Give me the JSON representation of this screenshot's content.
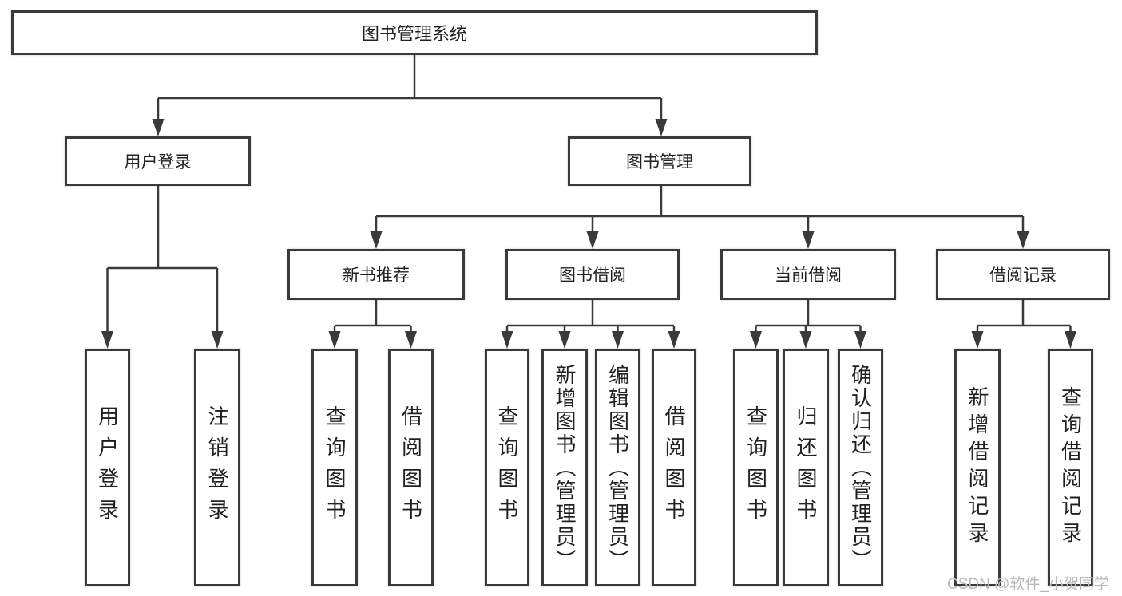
{
  "tree": {
    "label": "图书管理系统",
    "children": [
      {
        "label": "用户登录",
        "children": [
          {
            "label": "用户登录"
          },
          {
            "label": "注销登录"
          }
        ]
      },
      {
        "label": "图书管理",
        "children": [
          {
            "label": "新书推荐",
            "children": [
              {
                "label": "查询图书"
              },
              {
                "label": "借阅图书"
              }
            ]
          },
          {
            "label": "图书借阅",
            "children": [
              {
                "label": "查询图书"
              },
              {
                "label": "新增图书（管理员）"
              },
              {
                "label": "编辑图书（管理员）"
              },
              {
                "label": "借阅图书"
              }
            ]
          },
          {
            "label": "当前借阅",
            "children": [
              {
                "label": "查询图书"
              },
              {
                "label": "归还图书"
              },
              {
                "label": "确认归还（管理员）"
              }
            ]
          },
          {
            "label": "借阅记录",
            "children": [
              {
                "label": "新增借阅记录"
              },
              {
                "label": "查询借阅记录"
              }
            ]
          }
        ]
      }
    ]
  },
  "watermark": {
    "text": "CSDN @软件_小贺同学"
  },
  "colors": {
    "line": "#3a3a3a",
    "box_border": "#3a3a3a",
    "box_fill": "#ffffff",
    "text": "#212121",
    "watermark": "#b9b9b9"
  }
}
